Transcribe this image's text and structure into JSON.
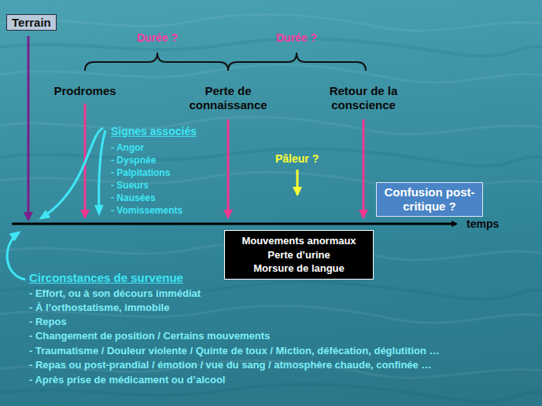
{
  "diagram": {
    "nodes": [
      {
        "text": [
          "Terrain"
        ]
      },
      {
        "text": [
          "Confusion post-critique ?"
        ]
      },
      {
        "text": [
          "Mouvements anormaux",
          "Perte d’urine",
          "Morsure de langue"
        ]
      }
    ],
    "labels": [
      "Durée ?",
      "Durée ?",
      "Prodromes",
      "Perte de connaissance",
      "Retour de la conscience",
      "Signes associés",
      "- Angor",
      "- Dyspnée",
      "- Palpitations",
      "- Sueurs",
      "- Nausées",
      "- Vomissements",
      "Pâleur ?",
      "temps",
      "Circonstances de survenue",
      "- Effort, ou à son décours immédiat",
      "- À l’orthostatisme, immobile",
      "- Repos",
      "- Changement de position / Certains mouvements",
      "- Traumatisme / Douleur violente / Quinte de toux / Miction, défécation, déglutition …",
      "- Repas ou post-prandial / émotion / vue du sang / atmosphère chaude, confinée …",
      "- Après prise de médicament ou d’alcool"
    ]
  }
}
